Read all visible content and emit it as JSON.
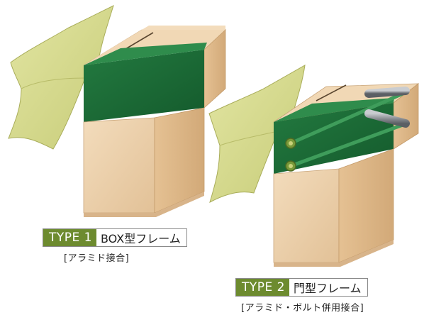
{
  "type1": {
    "type_label": "TYPE 1",
    "name": "BOX型フレーム",
    "subtitle": "[アラミド接合]"
  },
  "type2": {
    "type_label": "TYPE 2",
    "name": "門型フレーム",
    "subtitle": "[アラミド・ボルト併用接合]"
  },
  "colors": {
    "wood_front": "#eccfa6",
    "wood_side": "#d9b084",
    "wood_top": "#f3dcbc",
    "green_front": "#1d6a37",
    "green_top": "#2f8c4c",
    "sheet": "#d5d98c",
    "label_green": "#6d8b2f"
  }
}
